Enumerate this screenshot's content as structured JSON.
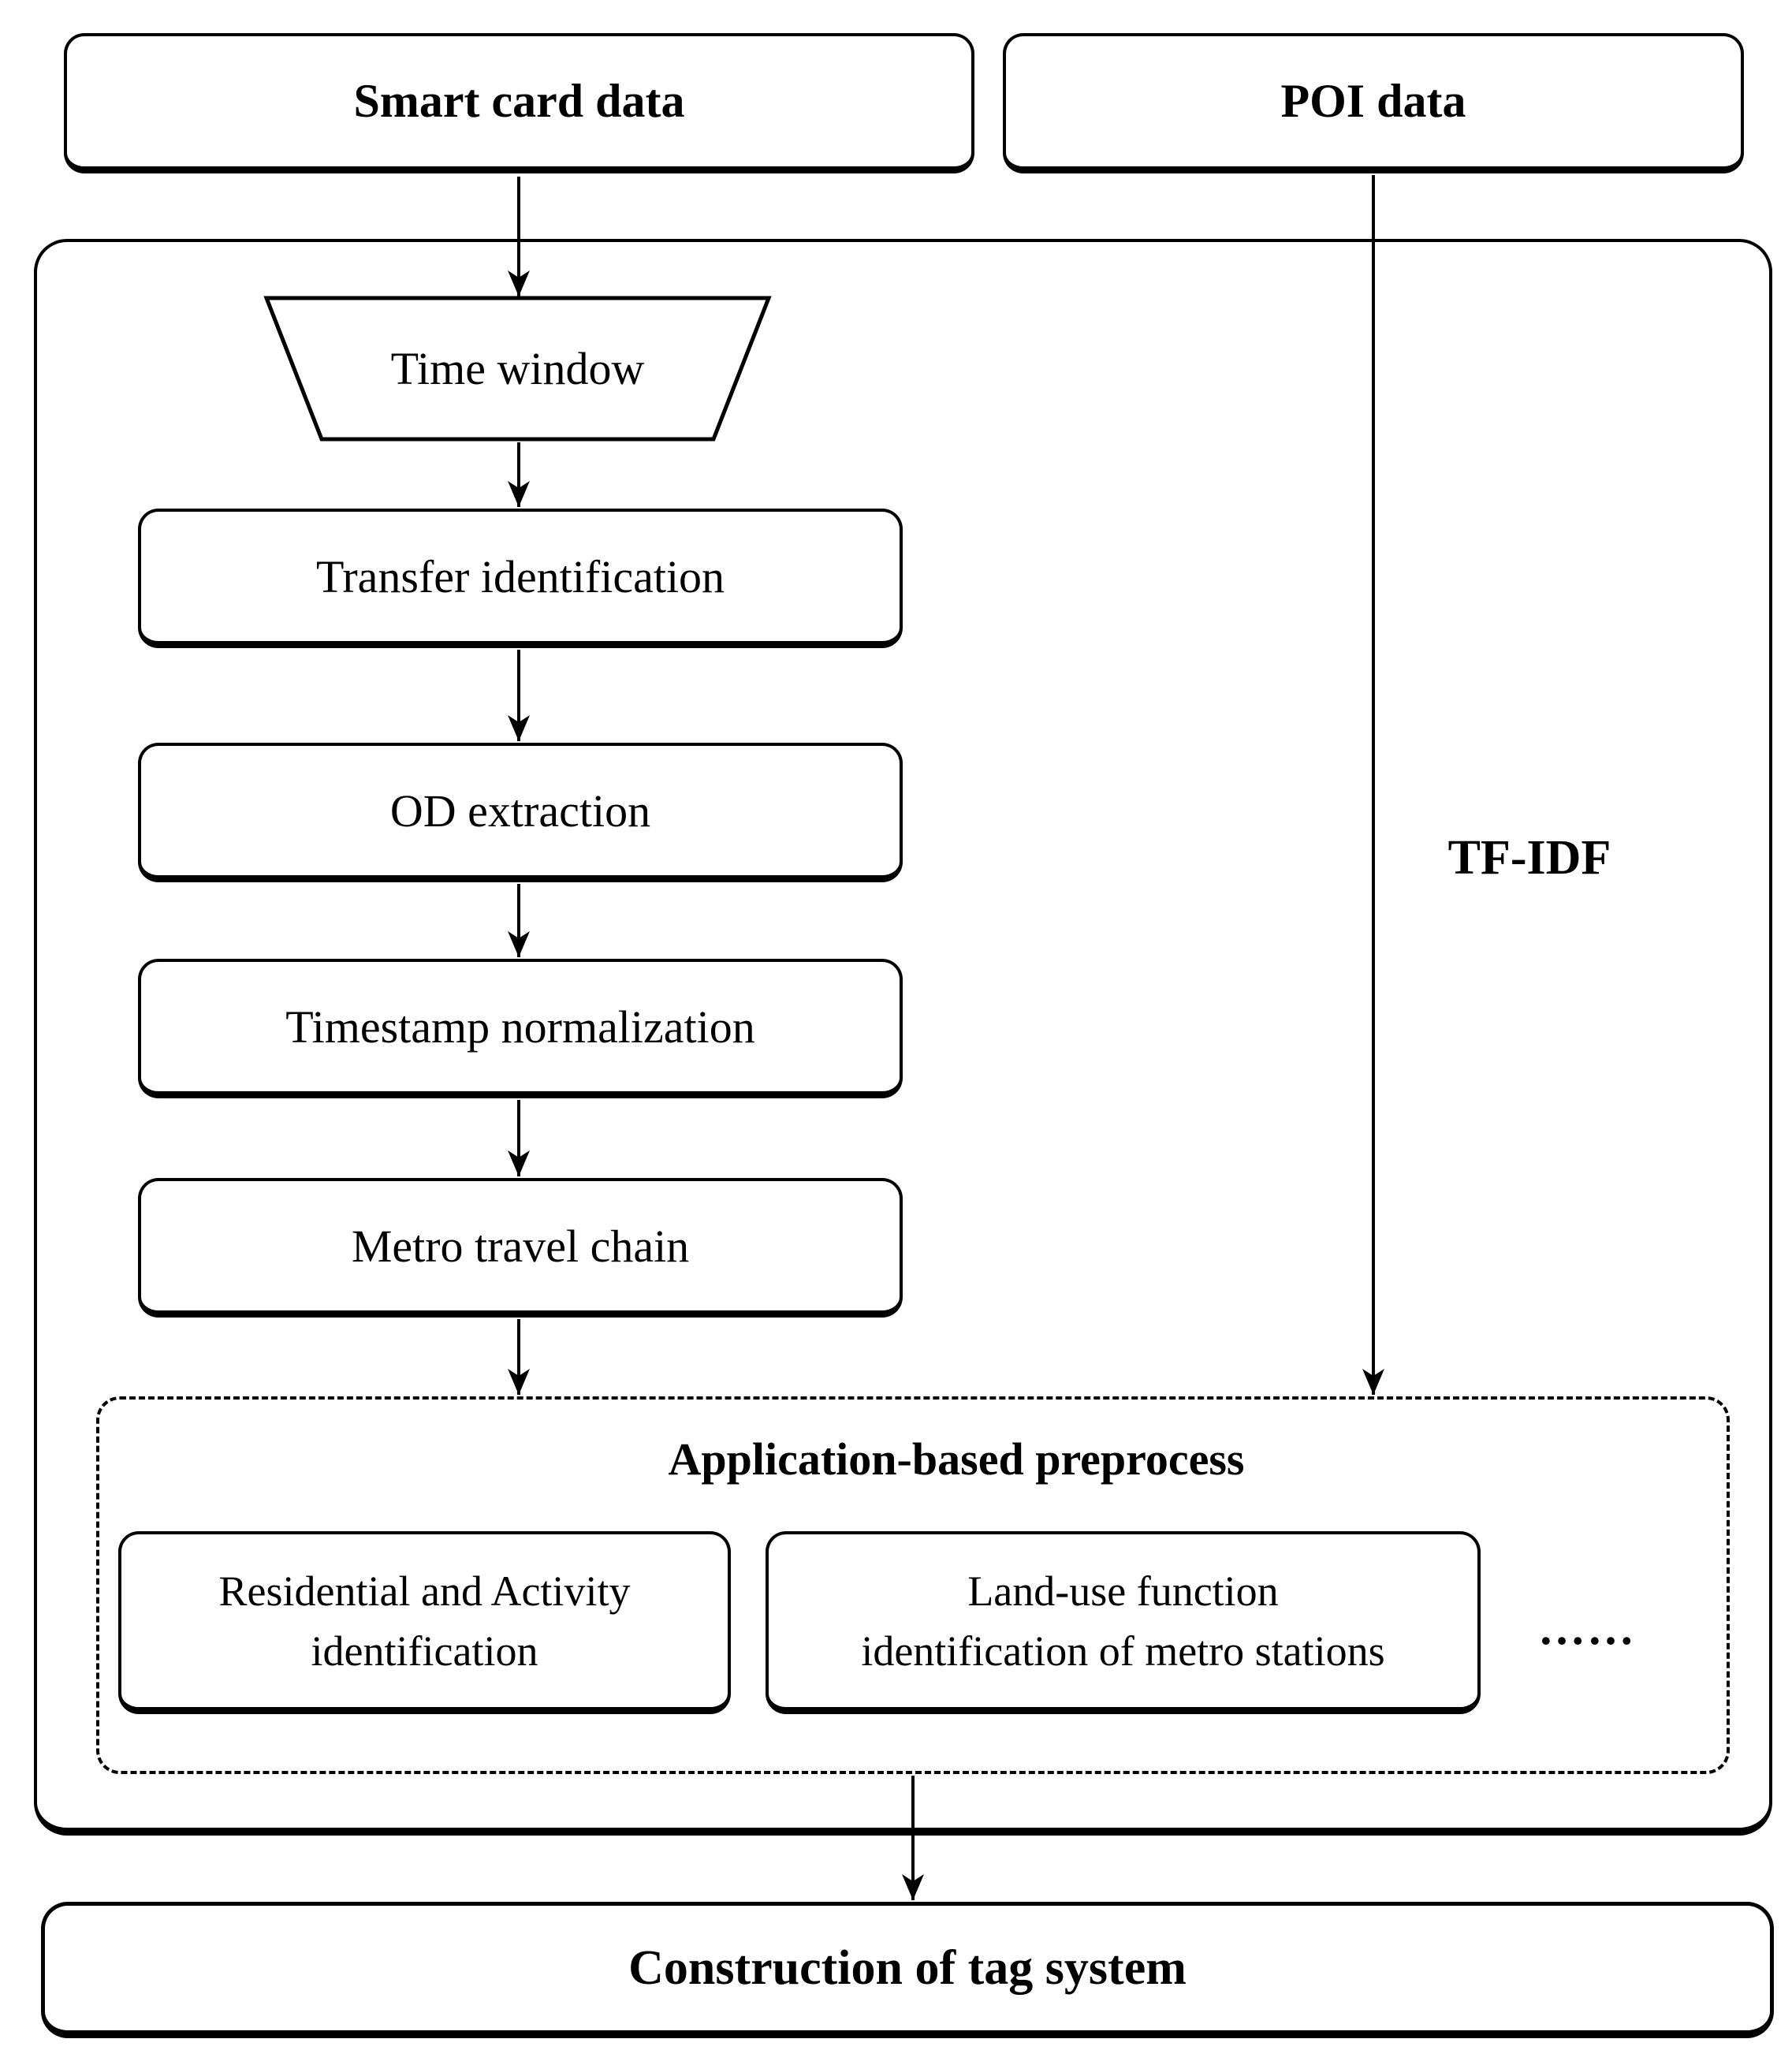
{
  "colors": {
    "ink": "#000000",
    "paper": "#ffffff"
  },
  "nodes": {
    "smart_card": {
      "label": "Smart card data"
    },
    "poi": {
      "label": "POI data"
    },
    "time_window": {
      "label": "Time window"
    },
    "transfer": {
      "label": "Transfer identification"
    },
    "od": {
      "label": "OD extraction"
    },
    "timestamp": {
      "label": "Timestamp normalization"
    },
    "metro_chain": {
      "label": "Metro travel chain"
    },
    "tfidf": {
      "label": "TF-IDF"
    },
    "preprocess": {
      "title": "Application-based preprocess",
      "residential": {
        "lines": [
          "Residential and Activity",
          "identification"
        ]
      },
      "landuse": {
        "lines": [
          "Land-use function",
          "identification of metro stations"
        ]
      },
      "ellipsis": "……"
    },
    "construction": {
      "label": "Construction of tag system"
    }
  }
}
